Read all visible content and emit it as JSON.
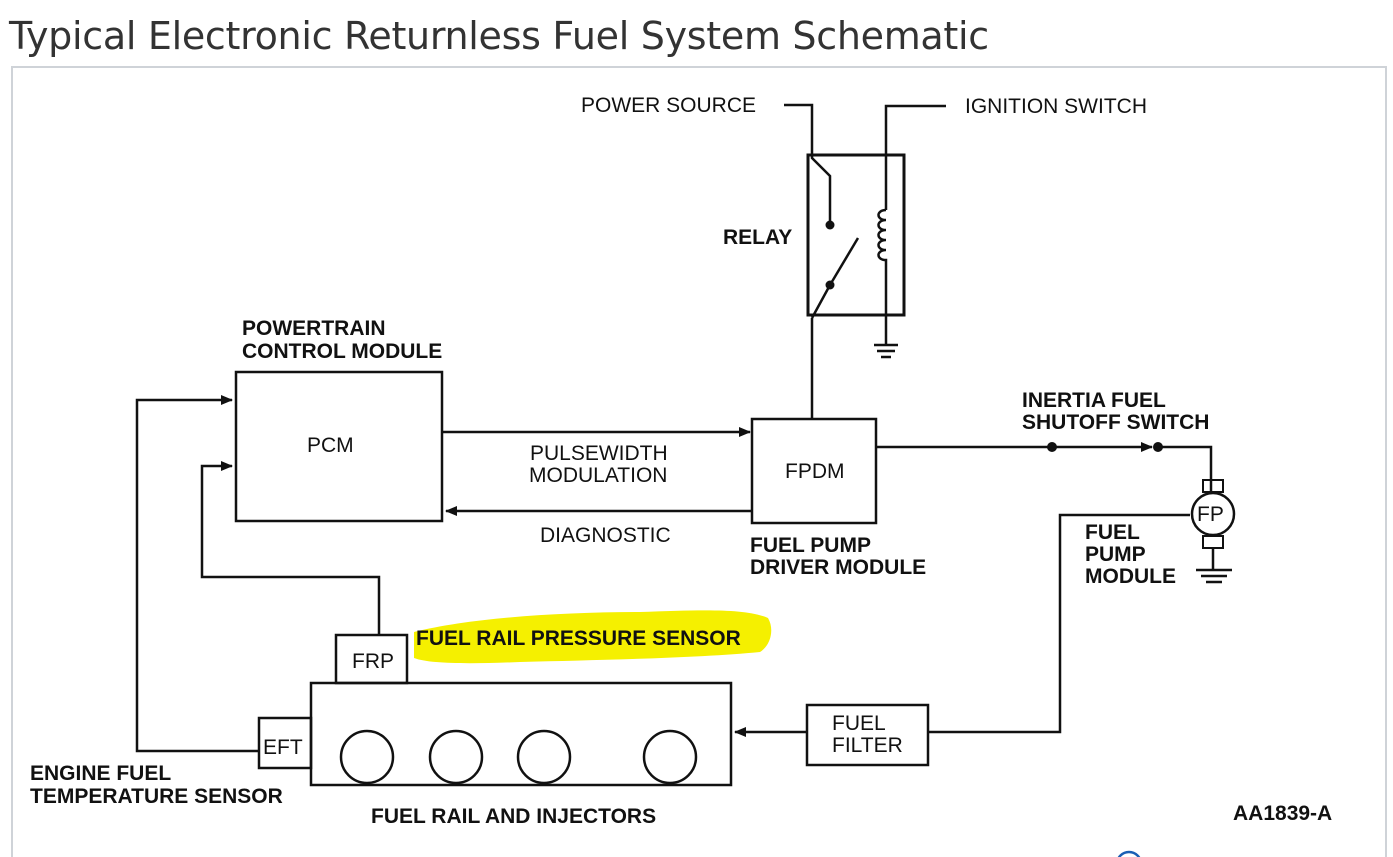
{
  "page": {
    "title": "Typical Electronic Returnless Fuel System Schematic"
  },
  "diagram": {
    "power_source": "POWER SOURCE",
    "ignition_switch": "IGNITION SWITCH",
    "relay": "RELAY",
    "pcm_title_line1": "POWERTRAIN",
    "pcm_title_line2": "CONTROL MODULE",
    "pcm": "PCM",
    "pulsewidth_line1": "PULSEWIDTH",
    "pulsewidth_line2": "MODULATION",
    "diagnostic": "DIAGNOSTIC",
    "fpdm": "FPDM",
    "fpdm_title_line1": "FUEL PUMP",
    "fpdm_title_line2": "DRIVER MODULE",
    "inertia_line1": "INERTIA FUEL",
    "inertia_line2": "SHUTOFF SWITCH",
    "fp": "FP",
    "fuel_pump_line1": "FUEL",
    "fuel_pump_line2": "PUMP",
    "fuel_pump_line3": "MODULE",
    "frp_sensor": "FUEL RAIL PRESSURE SENSOR",
    "frp": "FRP",
    "eft": "EFT",
    "fuel_filter_line1": "FUEL",
    "fuel_filter_line2": "FILTER",
    "eft_title_line1": "ENGINE FUEL",
    "eft_title_line2": "TEMPERATURE SENSOR",
    "fuel_rail": "FUEL RAIL AND INJECTORS",
    "figure_code": "AA1839-A"
  },
  "colors": {
    "highlight": "#f5f000",
    "line": "#111111",
    "title": "#333333"
  }
}
